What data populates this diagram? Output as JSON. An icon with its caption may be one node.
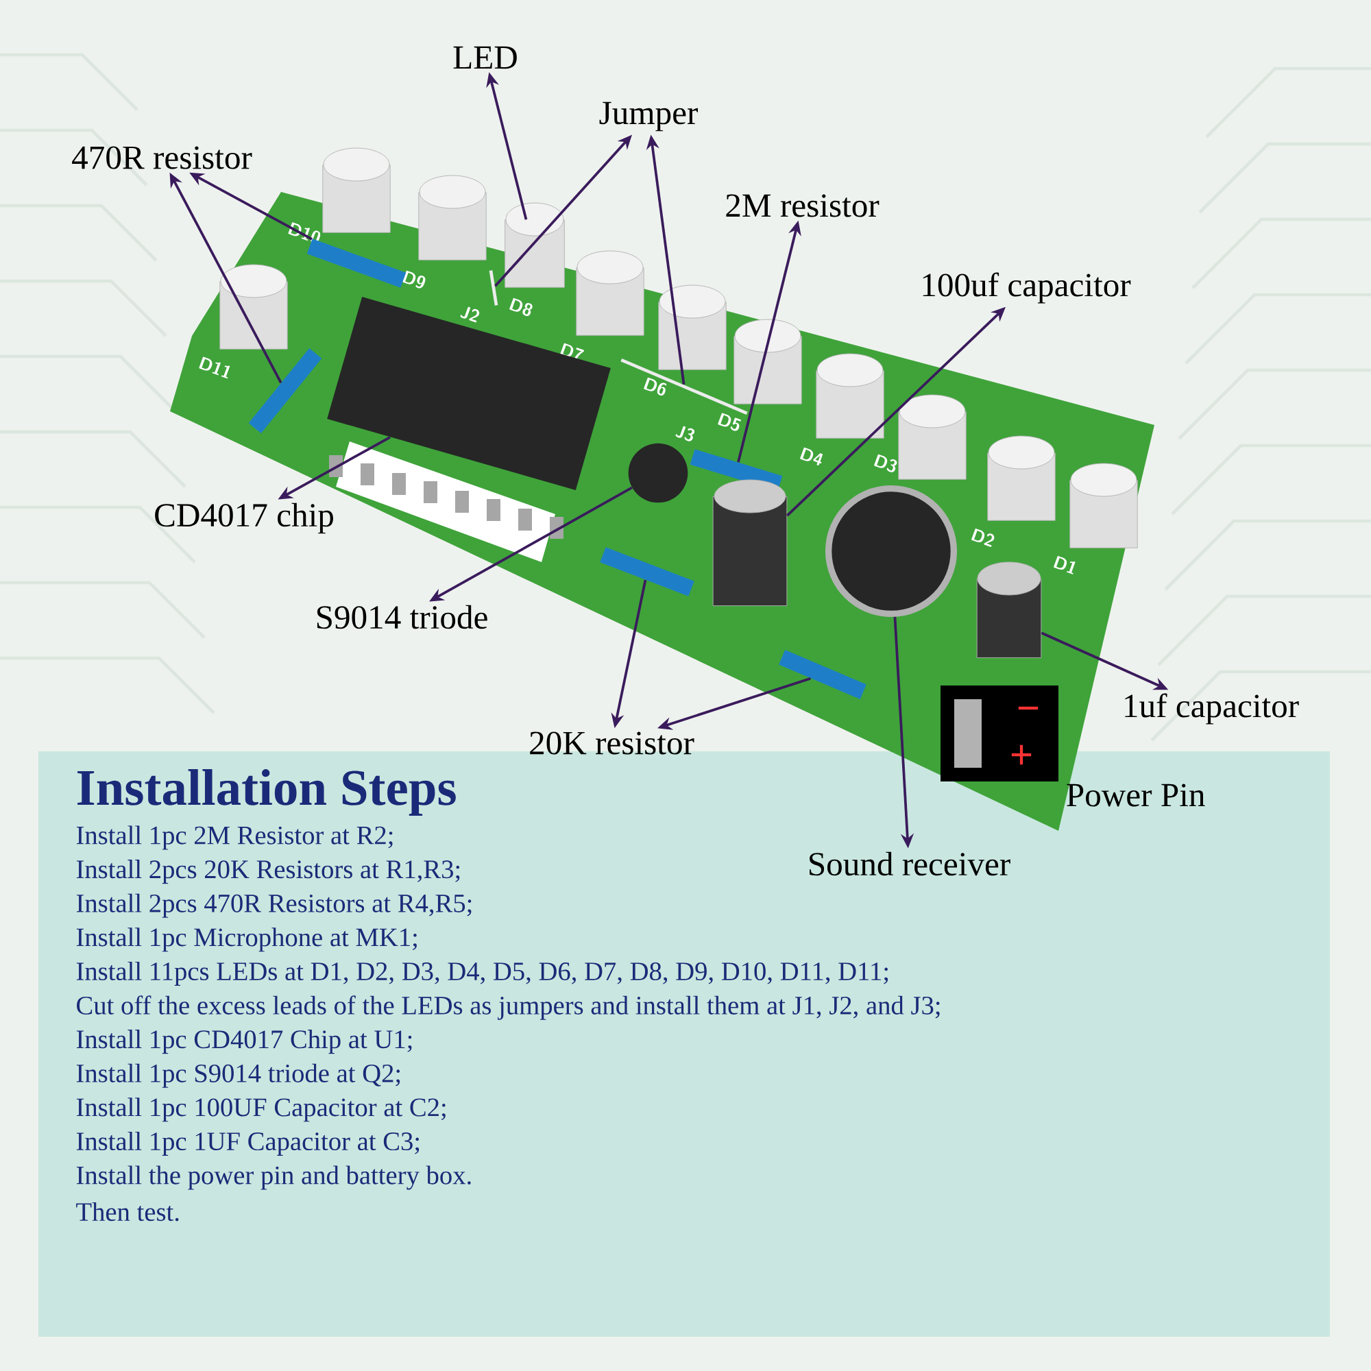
{
  "diagram": {
    "title": "Installation Steps",
    "nodes": [
      {
        "text": [
          "470R resistor"
        ]
      },
      {
        "text": [
          "LED"
        ]
      },
      {
        "text": [
          "Jumper"
        ]
      },
      {
        "text": [
          "2M resistor"
        ]
      },
      {
        "text": [
          "100uf capacitor"
        ]
      },
      {
        "text": [
          "CD4017 chip"
        ]
      },
      {
        "text": [
          "S9014 triode"
        ]
      },
      {
        "text": [
          "20K resistor"
        ]
      },
      {
        "text": [
          "1uf capacitor"
        ]
      },
      {
        "text": [
          "Sound receiver"
        ]
      },
      {
        "text": [],
        "shape": "bar"
      },
      {
        "text": [],
        "shape": "bar"
      },
      {
        "text": [],
        "shape": "box"
      },
      {
        "text": [],
        "shape": "bar"
      },
      {
        "text": [],
        "shape": "cylinder"
      },
      {
        "text": [],
        "shape": "bar"
      },
      {
        "text": [],
        "shape": "circle"
      },
      {
        "text": [],
        "shape": "bar"
      },
      {
        "text": [],
        "shape": "bar"
      },
      {
        "text": [],
        "shape": "cylinder"
      },
      {
        "text": [],
        "shape": "bar"
      },
      {
        "text": [],
        "shape": "circle"
      },
      {
        "text": [],
        "shape": "cylinder"
      },
      {
        "text": [],
        "shape": "cylinder"
      },
      {
        "text": [],
        "shape": "cylinder"
      },
      {
        "text": [],
        "shape": "cylinder"
      },
      {
        "text": [],
        "shape": "cylinder"
      },
      {
        "text": [],
        "shape": "cylinder"
      },
      {
        "text": [],
        "shape": "cylinder"
      },
      {
        "text": [],
        "shape": "cylinder"
      },
      {
        "text": [],
        "shape": "cylinder"
      },
      {
        "text": [],
        "shape": "cylinder"
      },
      {
        "text": [],
        "shape": "cylinder"
      }
    ],
    "edges": [
      {
        "from": 11,
        "to": 0,
        "arrow": "to"
      },
      {
        "from": 10,
        "to": 0,
        "arrow": "to"
      },
      {
        "from": 14,
        "to": 1,
        "arrow": "to"
      },
      {
        "from": 13,
        "to": 2,
        "arrow": "to"
      },
      {
        "from": 17,
        "to": 2,
        "arrow": "to"
      },
      {
        "from": 18,
        "to": 3,
        "arrow": "to"
      },
      {
        "from": 19,
        "to": 4,
        "arrow": "to"
      },
      {
        "from": 12,
        "to": 5,
        "arrow": "to"
      },
      {
        "from": 16,
        "to": 6,
        "arrow": "to"
      },
      {
        "from": 15,
        "to": 7,
        "arrow": "to"
      },
      {
        "from": 20,
        "to": 7,
        "arrow": "to"
      },
      {
        "from": 22,
        "to": 8,
        "arrow": "to"
      },
      {
        "from": 21,
        "to": 9,
        "arrow": "to"
      }
    ],
    "labels": [
      "D10",
      "D9",
      "D11",
      "J2",
      "D8",
      "D7",
      "D6",
      "J3",
      "D5",
      "D4",
      "D3",
      "D2",
      "D1",
      "Power Pin",
      "−",
      "+",
      "Install 1pc 2M Resistor at R2;",
      "Install 2pcs 20K Resistors at R1,R3;",
      "Install 2pcs 470R Resistors at R4,R5;",
      "Install 1pc Microphone at MK1;",
      "Install 11pcs LEDs at D1, D2, D3, D4, D5, D6, D7, D8, D9, D10, D11, D11;",
      "Cut off the excess leads of the LEDs as jumpers and install them at J1, J2, and J3;",
      "Install 1pc CD4017 Chip at U1;",
      "Install 1pc S9014 triode at Q2;",
      "Install 1pc 100UF Capacitor at C2;",
      "Install 1pc 1UF Capacitor at C3;",
      "Install the power pin and battery box.",
      "Then test."
    ]
  }
}
